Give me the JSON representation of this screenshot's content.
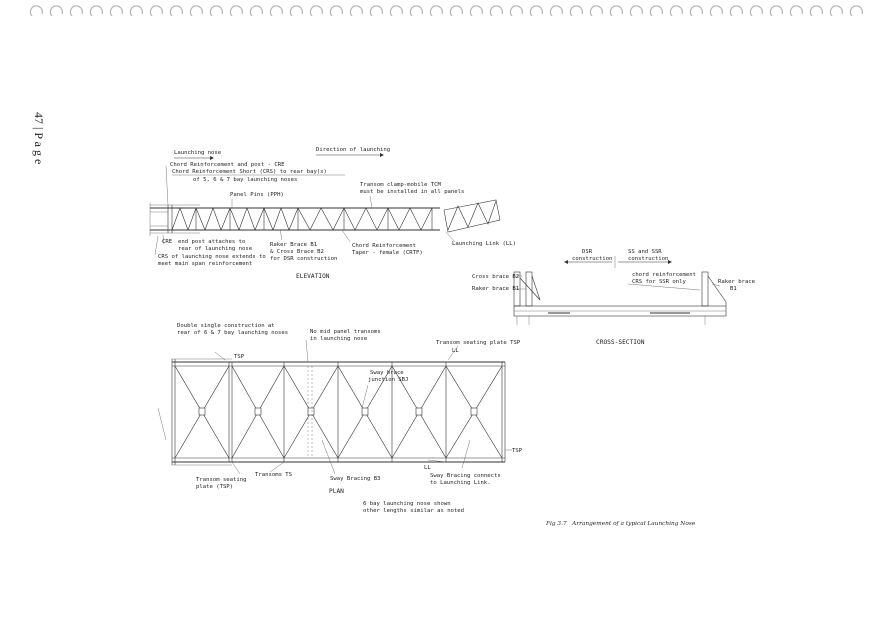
{
  "page_number": "47 | P a g e",
  "elevation": {
    "title": "ELEVATION",
    "launching_nose": "Launching nose",
    "direction": "Direction of launching",
    "chord_reinf_post": "Chord Reinforcement and post - CRE",
    "chord_reinf_short_1": "Chord Reinforcement Short (CRS) to rear bay(s)",
    "chord_reinf_short_2": "of 5, 6 & 7 bay launching noses",
    "panel_pins": "Panel Pins (PPH)",
    "transom_clamp_1": "Transom clamp-mobile TCM",
    "transom_clamp_2": "must be installed in all panels",
    "cre": "CRE",
    "end_post_1": "end post attaches to",
    "end_post_2": "rear of launching nose",
    "crs_1": "CRS of launching nose extends to",
    "crs_2": "meet main span reinforcement",
    "raker_1": "Raker Brace B1",
    "raker_2": "& Cross Brace B2",
    "raker_3": "for DSR construction",
    "taper_1": "Chord Reinforcement",
    "taper_2": "Taper - female (CRTF)",
    "launching_link": "Launching Link (LL)"
  },
  "cross_section": {
    "title": "CROSS-SECTION",
    "dsr": "DSR",
    "dsr_sub": "construction",
    "ss": "SS and SSR",
    "ss_sub": "construction",
    "cross_brace": "Cross brace B2",
    "raker_brace": "Raker brace B1",
    "chord_reinf": "chord reinforcement",
    "crs_ssr": "CRS for SSR only",
    "raker_b1_a": "Raker brace",
    "raker_b1_b": "B1"
  },
  "plan": {
    "title": "PLAN",
    "double_1": "Double single construction at",
    "double_2": "rear of 6 & 7 bay launching noses",
    "tsp_tl": "TSP",
    "no_mid_1": "No mid panel transoms",
    "no_mid_2": "in launching nose",
    "sway_junction_1": "Sway brace",
    "sway_junction_2": "junction SBJ",
    "transom_plate": "Transom seating plate TSP",
    "ll_top": "LL",
    "tsp_right": "TSP",
    "ll_bottom": "LL",
    "seat_1": "Transom seating",
    "seat_2": "plate (TSP)",
    "transoms": "Transoms TS",
    "sway_b3": "Sway Bracing B3",
    "sway_conn_1": "Sway Bracing connects",
    "sway_conn_2": "to Launching Link.",
    "note_1": "6 bay launching nose shown",
    "note_2": "other lengths similar as noted"
  },
  "caption": "Fig 3.7   Arrangement of a typical Launching Nose"
}
